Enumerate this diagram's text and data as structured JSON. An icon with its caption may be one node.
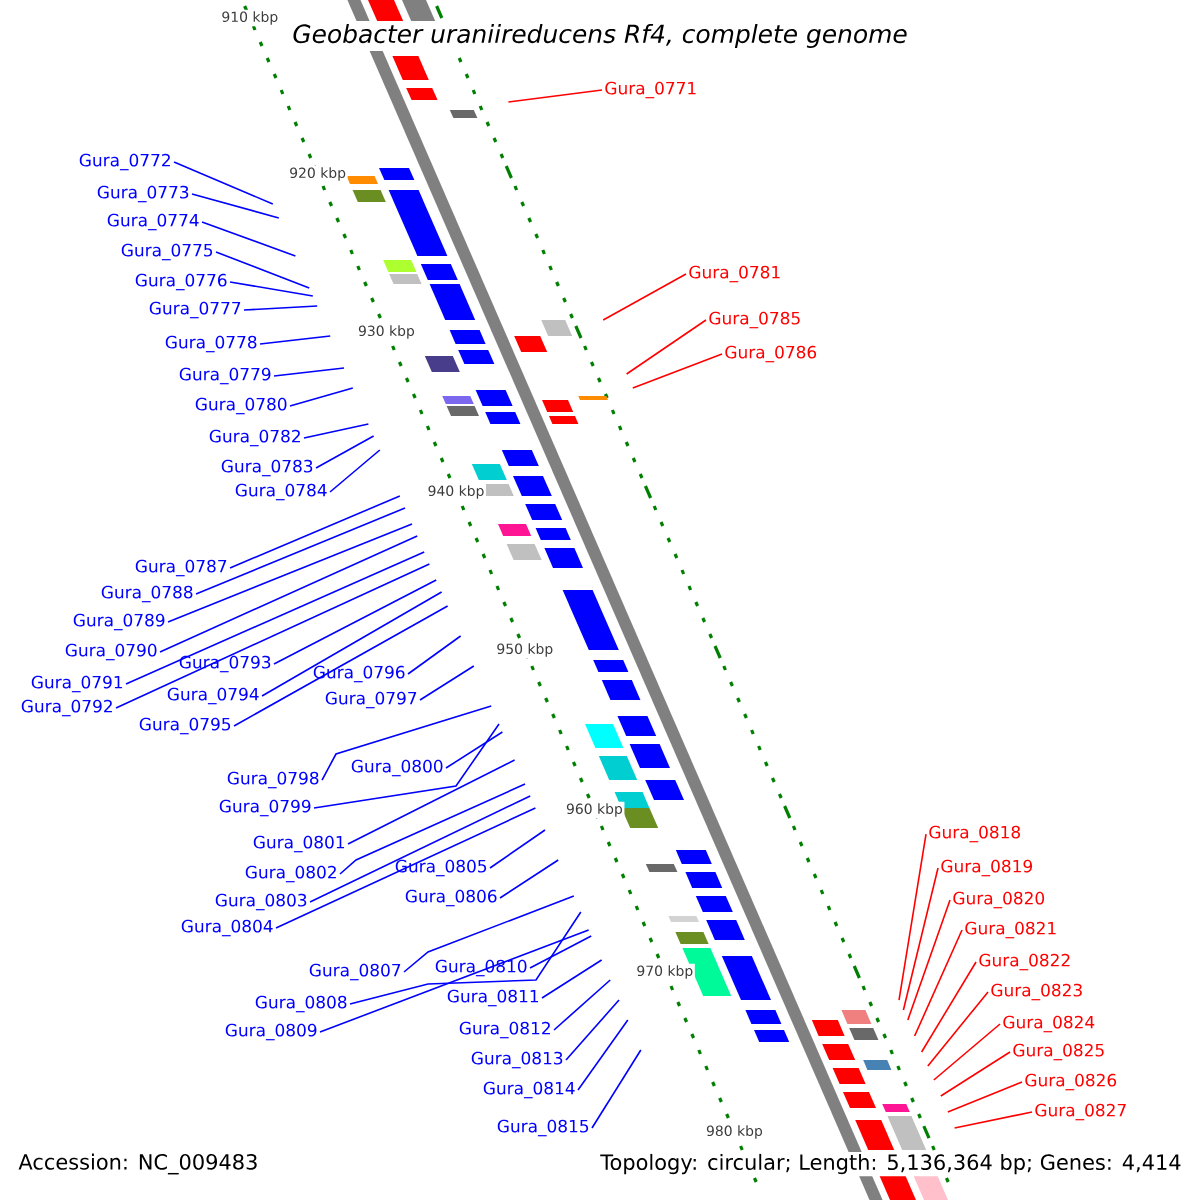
{
  "diagram": {
    "title": "Geobacter uraniireducens Rf4, complete genome",
    "nodes": [
      {
        "text": [
          "Gura_0771"
        ]
      },
      {
        "text": [
          "Gura_0772"
        ]
      },
      {
        "text": [
          "Gura_0773"
        ]
      },
      {
        "text": [
          "Gura_0774"
        ]
      },
      {
        "text": [
          "Gura_0775"
        ]
      },
      {
        "text": [
          "Gura_0776"
        ]
      },
      {
        "text": [
          "Gura_0777"
        ]
      },
      {
        "text": [
          "Gura_0778"
        ]
      },
      {
        "text": [
          "Gura_0779"
        ]
      },
      {
        "text": [
          "Gura_0780"
        ]
      },
      {
        "text": [
          "Gura_0781"
        ]
      },
      {
        "text": [
          "Gura_0782"
        ]
      },
      {
        "text": [
          "Gura_0783"
        ]
      },
      {
        "text": [
          "Gura_0784"
        ]
      },
      {
        "text": [
          "Gura_0785"
        ]
      },
      {
        "text": [
          "Gura_0786"
        ]
      },
      {
        "text": [
          "Gura_0787"
        ]
      },
      {
        "text": [
          "Gura_0788"
        ]
      },
      {
        "text": [
          "Gura_0789"
        ]
      },
      {
        "text": [
          "Gura_0790"
        ]
      },
      {
        "text": [
          "Gura_0791"
        ]
      },
      {
        "text": [
          "Gura_0792"
        ]
      },
      {
        "text": [
          "Gura_0793"
        ]
      },
      {
        "text": [
          "Gura_0794"
        ]
      },
      {
        "text": [
          "Gura_0795"
        ]
      },
      {
        "text": [
          "Gura_0796"
        ]
      },
      {
        "text": [
          "Gura_0797"
        ]
      },
      {
        "text": [
          "Gura_0798"
        ]
      },
      {
        "text": [
          "Gura_0799"
        ]
      },
      {
        "text": [
          "Gura_0800"
        ]
      },
      {
        "text": [
          "Gura_0801"
        ]
      },
      {
        "text": [
          "Gura_0802"
        ]
      },
      {
        "text": [
          "Gura_0803"
        ]
      },
      {
        "text": [
          "Gura_0804"
        ]
      },
      {
        "text": [
          "Gura_0805"
        ]
      },
      {
        "text": [
          "Gura_0806"
        ]
      },
      {
        "text": [
          "Gura_0807"
        ]
      },
      {
        "text": [
          "Gura_0808"
        ]
      },
      {
        "text": [
          "Gura_0809"
        ]
      },
      {
        "text": [
          "Gura_0810"
        ]
      },
      {
        "text": [
          "Gura_0811"
        ]
      },
      {
        "text": [
          "Gura_0812"
        ]
      },
      {
        "text": [
          "Gura_0813"
        ]
      },
      {
        "text": [
          "Gura_0814"
        ]
      },
      {
        "text": [
          "Gura_0815"
        ]
      },
      {
        "text": [
          "Gura_0818"
        ]
      },
      {
        "text": [
          "Gura_0819"
        ]
      },
      {
        "text": [
          "Gura_0820"
        ]
      },
      {
        "text": [
          "Gura_0821"
        ]
      },
      {
        "text": [
          "Gura_0822"
        ]
      },
      {
        "text": [
          "Gura_0823"
        ]
      },
      {
        "text": [
          "Gura_0824"
        ]
      },
      {
        "text": [
          "Gura_0825"
        ]
      },
      {
        "text": [
          "Gura_0826"
        ]
      },
      {
        "text": [
          "Gura_0827"
        ]
      }
    ],
    "edges": [
      {
        "from": 0,
        "to": null,
        "arrow": "none",
        "color": "#ff0000"
      },
      {
        "from": 1,
        "to": null,
        "arrow": "none"
      },
      {
        "from": 2,
        "to": null,
        "arrow": "none"
      },
      {
        "from": 3,
        "to": null,
        "arrow": "none"
      },
      {
        "from": 4,
        "to": null,
        "arrow": "none"
      },
      {
        "from": 5,
        "to": null,
        "arrow": "none"
      },
      {
        "from": 6,
        "to": null,
        "arrow": "none"
      },
      {
        "from": 7,
        "to": null,
        "arrow": "none"
      },
      {
        "from": 8,
        "to": null,
        "arrow": "none"
      },
      {
        "from": 9,
        "to": null,
        "arrow": "none"
      },
      {
        "from": 10,
        "to": null,
        "arrow": "none",
        "color": "#ff0000"
      },
      {
        "from": 11,
        "to": null,
        "arrow": "none"
      },
      {
        "from": 12,
        "to": null,
        "arrow": "none"
      },
      {
        "from": 13,
        "to": null,
        "arrow": "none"
      },
      {
        "from": 14,
        "to": null,
        "arrow": "none",
        "color": "#ff0000"
      },
      {
        "from": 15,
        "to": null,
        "arrow": "none",
        "color": "#ff0000"
      },
      {
        "from": 16,
        "to": null,
        "arrow": "none"
      },
      {
        "from": 17,
        "to": null,
        "arrow": "none"
      },
      {
        "from": 18,
        "to": null,
        "arrow": "none"
      },
      {
        "from": 19,
        "to": null,
        "arrow": "none"
      },
      {
        "from": 20,
        "to": null,
        "arrow": "none"
      },
      {
        "from": 21,
        "to": null,
        "arrow": "none"
      },
      {
        "from": 22,
        "to": null,
        "arrow": "none"
      },
      {
        "from": 23,
        "to": null,
        "arrow": "none"
      },
      {
        "from": 24,
        "to": null,
        "arrow": "none"
      },
      {
        "from": 25,
        "to": null,
        "arrow": "none"
      },
      {
        "from": 26,
        "to": null,
        "arrow": "none"
      },
      {
        "from": 27,
        "to": null,
        "arrow": "none"
      },
      {
        "from": 28,
        "to": null,
        "arrow": "none"
      },
      {
        "from": 29,
        "to": null,
        "arrow": "none"
      },
      {
        "from": 30,
        "to": null,
        "arrow": "none"
      },
      {
        "from": 31,
        "to": null,
        "arrow": "none"
      },
      {
        "from": 32,
        "to": null,
        "arrow": "none"
      },
      {
        "from": 33,
        "to": null,
        "arrow": "none"
      },
      {
        "from": 34,
        "to": null,
        "arrow": "none"
      },
      {
        "from": 35,
        "to": null,
        "arrow": "none"
      },
      {
        "from": 36,
        "to": null,
        "arrow": "none"
      },
      {
        "from": 37,
        "to": null,
        "arrow": "none"
      },
      {
        "from": 38,
        "to": null,
        "arrow": "none"
      },
      {
        "from": 39,
        "to": null,
        "arrow": "none"
      },
      {
        "from": 40,
        "to": null,
        "arrow": "none"
      },
      {
        "from": 41,
        "to": null,
        "arrow": "none"
      },
      {
        "from": 42,
        "to": null,
        "arrow": "none"
      },
      {
        "from": 43,
        "to": null,
        "arrow": "none"
      },
      {
        "from": 44,
        "to": null,
        "arrow": "none"
      },
      {
        "from": 45,
        "to": null,
        "arrow": "none",
        "color": "#ff0000"
      },
      {
        "from": 46,
        "to": null,
        "arrow": "none",
        "color": "#ff0000"
      },
      {
        "from": 47,
        "to": null,
        "arrow": "none",
        "color": "#ff0000"
      },
      {
        "from": 48,
        "to": null,
        "arrow": "none",
        "color": "#ff0000"
      },
      {
        "from": 49,
        "to": null,
        "arrow": "none",
        "color": "#ff0000"
      },
      {
        "from": 50,
        "to": null,
        "arrow": "none",
        "color": "#ff0000"
      },
      {
        "from": 51,
        "to": null,
        "arrow": "none",
        "color": "#ff0000"
      },
      {
        "from": 52,
        "to": null,
        "arrow": "none",
        "color": "#ff0000"
      },
      {
        "from": 53,
        "to": null,
        "arrow": "none",
        "color": "#ff0000"
      },
      {
        "from": 54,
        "to": null,
        "arrow": "none",
        "color": "#ff0000"
      }
    ],
    "labels": [
      "910 kbp",
      "920 kbp",
      "930 kbp",
      "940 kbp",
      "950 kbp",
      "960 kbp",
      "970 kbp",
      "980 kbp",
      "Accession: NC_009483",
      "Topology: circular; Length: 5,136,364 bp; Genes: 4,414"
    ]
  }
}
